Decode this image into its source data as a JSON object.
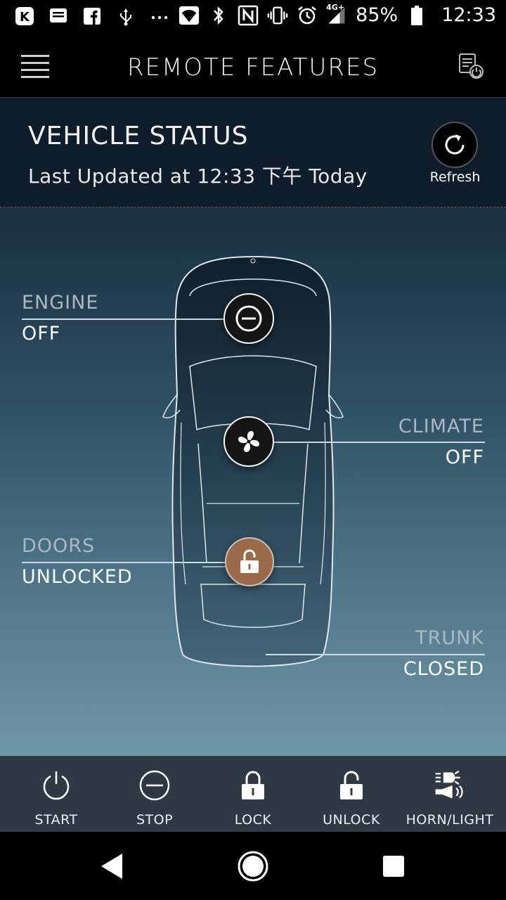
{
  "status_bar": {
    "battery": "85%",
    "time": "12:33",
    "network": "4G+",
    "icons": [
      "k-app-icon",
      "message-icon",
      "facebook-icon",
      "usb-icon",
      "more-dots-icon",
      "wifi-icon",
      "bluetooth-icon",
      "nfc-icon",
      "vibrate-icon",
      "alarm-icon",
      "signal-icon",
      "battery-icon"
    ]
  },
  "header": {
    "title": "REMOTE FEATURES",
    "menu_icon": "hamburger-menu-icon",
    "history_icon": "command-history-icon"
  },
  "vehicle_status": {
    "title": "VEHICLE STATUS",
    "last_updated": "Last Updated at 12:33 下午 Today",
    "refresh_label": "Refresh"
  },
  "statuses": {
    "engine": {
      "label": "ENGINE",
      "value": "OFF",
      "icon": "engine-off-icon"
    },
    "climate": {
      "label": "CLIMATE",
      "value": "OFF",
      "icon": "fan-icon"
    },
    "doors": {
      "label": "DOORS",
      "value": "UNLOCKED",
      "icon": "unlocked-padlock-icon"
    },
    "trunk": {
      "label": "TRUNK",
      "value": "CLOSED"
    }
  },
  "actions": [
    {
      "label": "START",
      "icon": "power-icon"
    },
    {
      "label": "STOP",
      "icon": "stop-icon"
    },
    {
      "label": "LOCK",
      "icon": "lock-icon"
    },
    {
      "label": "UNLOCK",
      "icon": "unlock-icon"
    },
    {
      "label": "HORN/LIGHT",
      "icon": "horn-light-icon"
    }
  ],
  "colors": {
    "doors_accent": "#9a6a4a",
    "bottom_bar": "#2f3943"
  }
}
